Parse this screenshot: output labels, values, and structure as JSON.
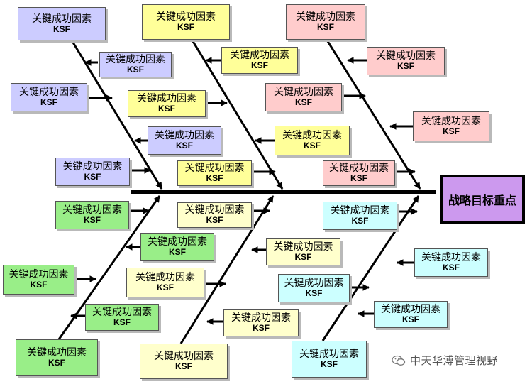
{
  "diagram": {
    "head_label": "战略目标重点",
    "box_line1": "关键成功因素",
    "box_line2": "KSF",
    "colors": {
      "purple": "#ccccff",
      "yellow": "#ffff99",
      "pink": "#ffcccc",
      "green": "#99ee88",
      "cream": "#ffffcc",
      "cyan": "#ccffff",
      "head": "#cc99ee"
    }
  },
  "watermark": {
    "text": "中天华溥管理视野",
    "icon": "wechat-icon"
  }
}
